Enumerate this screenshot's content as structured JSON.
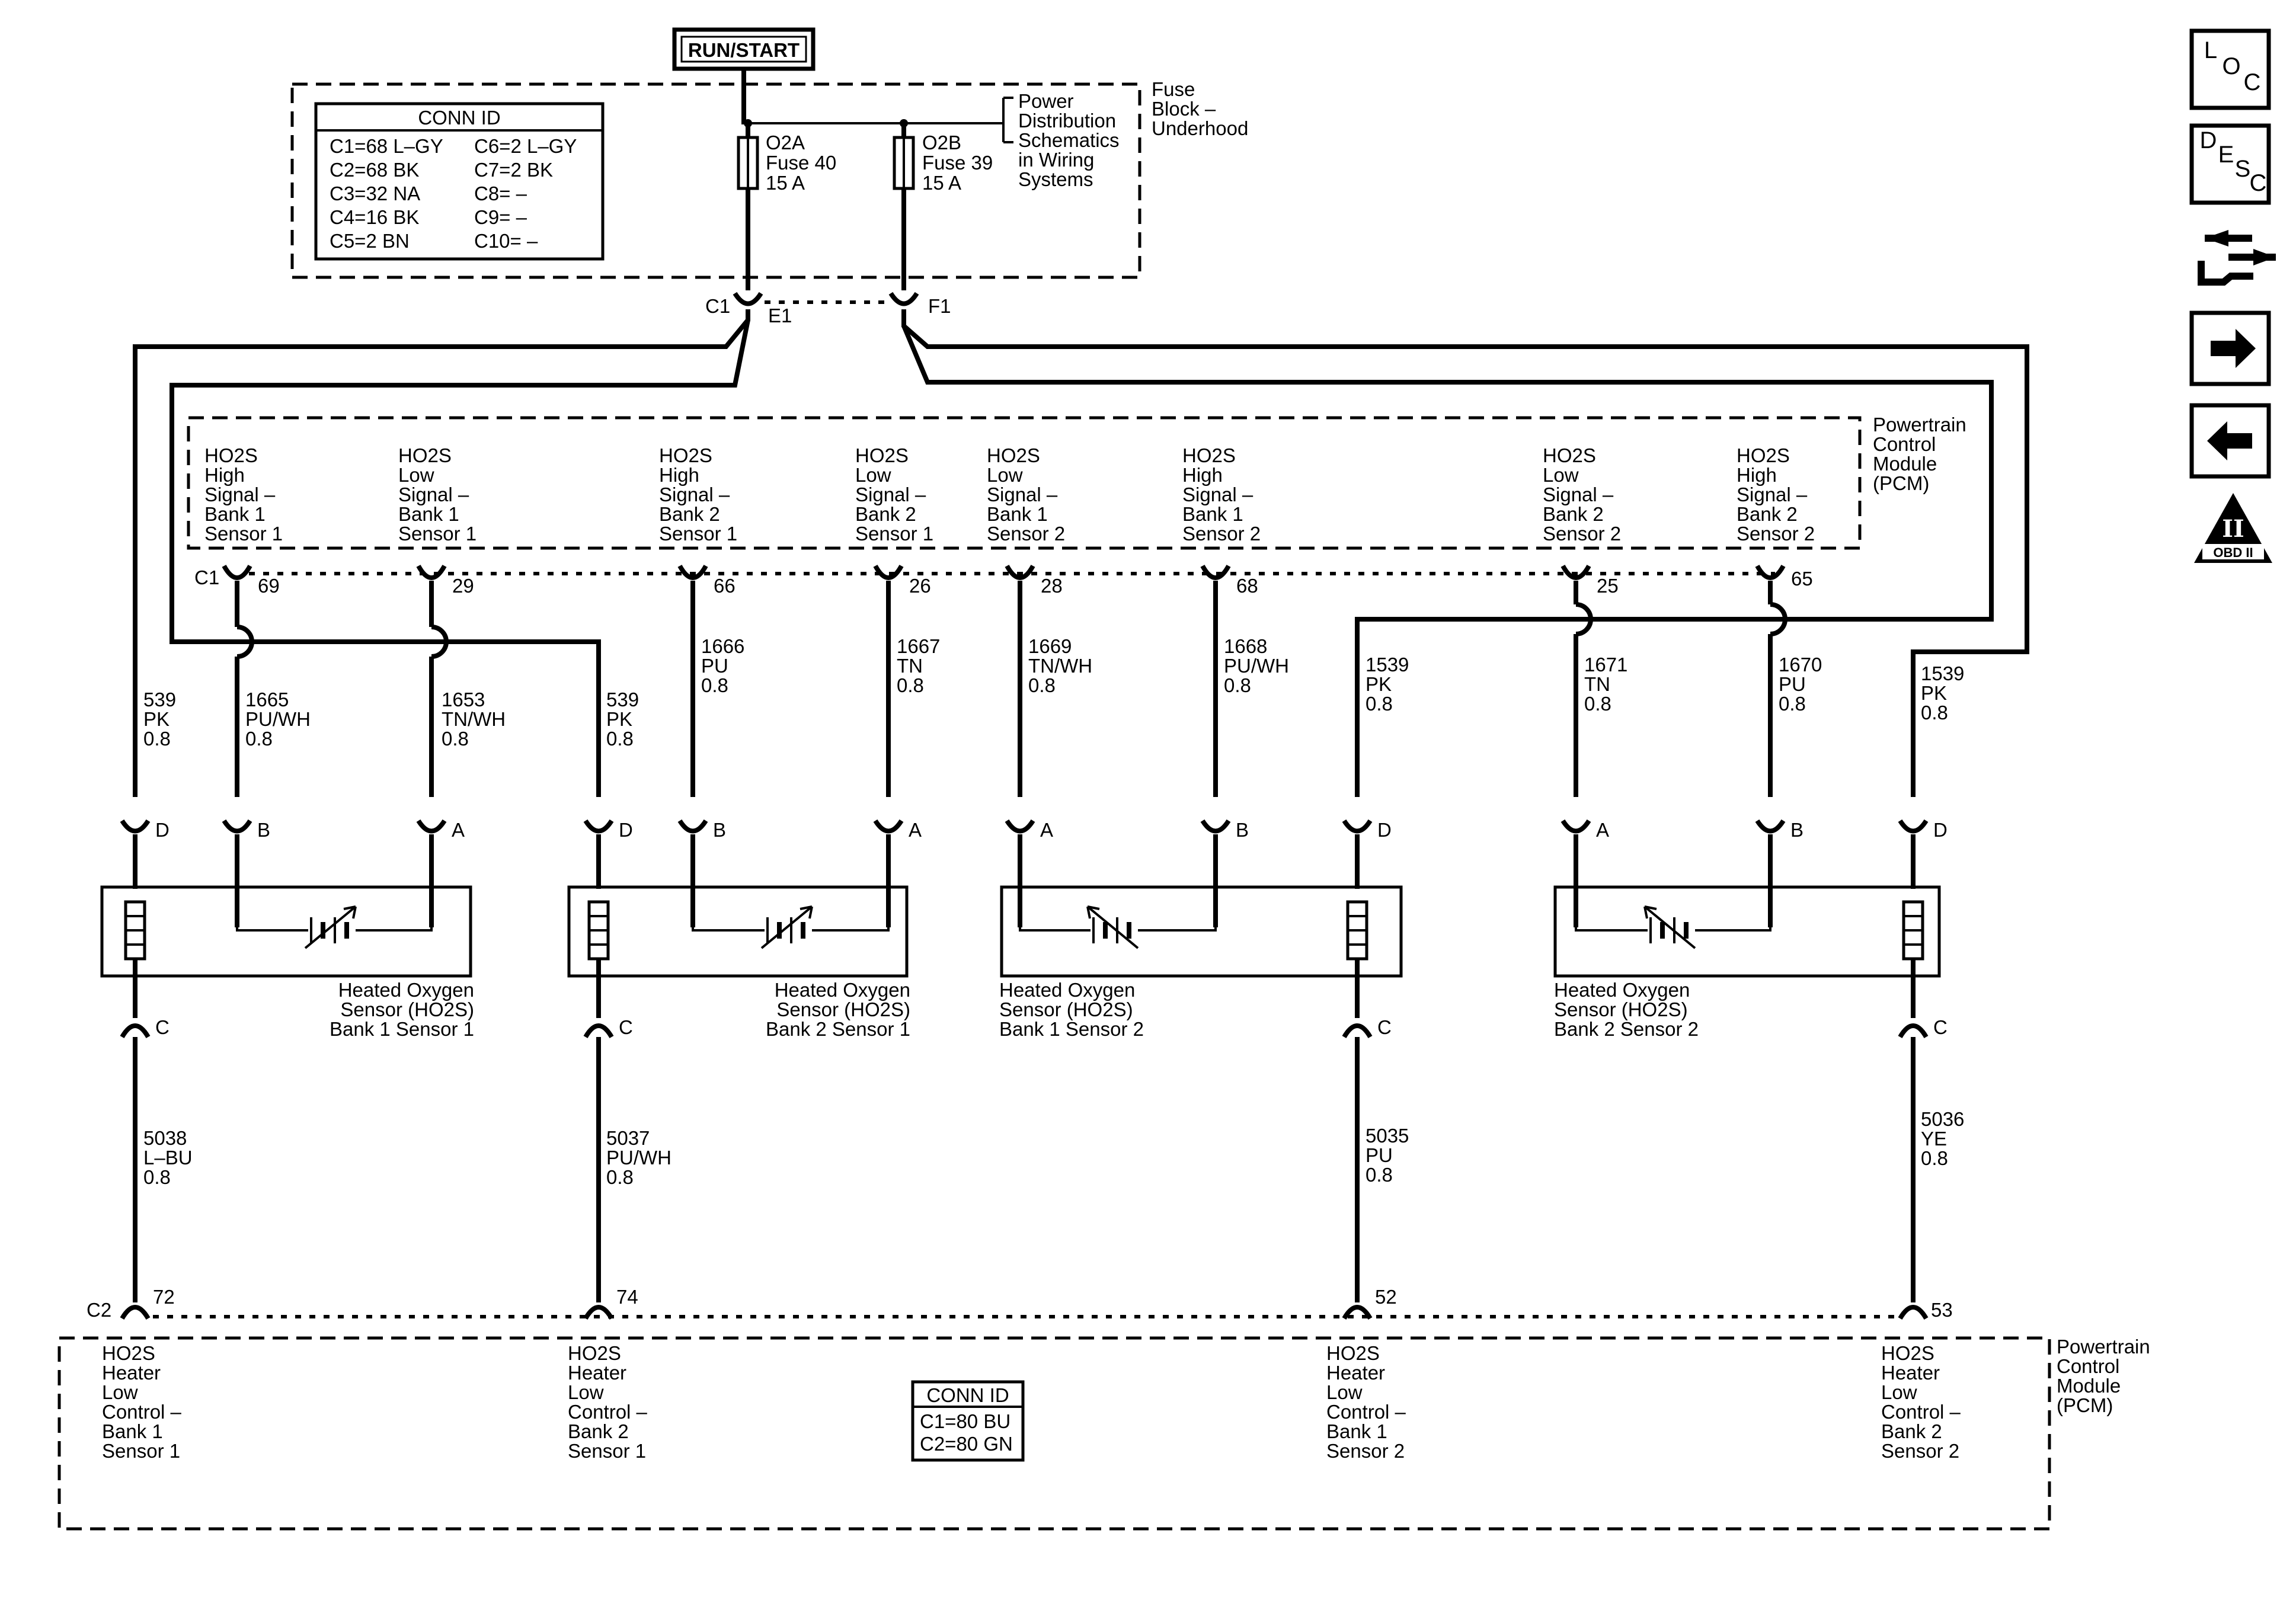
{
  "top": {
    "run_start": "RUN/START",
    "conn_id_title": "CONN ID",
    "conn_id_rows": [
      [
        "C1=68 L–GY",
        "C6=2 L–GY"
      ],
      [
        "C2=68 BK",
        "C7=2 BK"
      ],
      [
        "C3=32 NA",
        "C8= –"
      ],
      [
        "C4=16 BK",
        "C9= –"
      ],
      [
        "C5=2 BN",
        "C10= –"
      ]
    ],
    "fuse_a": [
      "O2A",
      "Fuse 40",
      "15 A"
    ],
    "fuse_b": [
      "O2B",
      "Fuse 39",
      "15 A"
    ],
    "power_dist": [
      "Power",
      "Distribution",
      "Schematics",
      "in Wiring",
      "Systems"
    ],
    "fuse_block": [
      "Fuse",
      "Block –",
      "Underhood"
    ],
    "conn_c1": "C1",
    "conn_e1": "E1",
    "conn_f1": "F1"
  },
  "pcm_upper": {
    "title": [
      "Powertrain",
      "Control",
      "Module",
      "(PCM)"
    ],
    "conn": "C1",
    "signals": [
      {
        "label": [
          "HO2S",
          "High",
          "Signal –",
          "Bank 1",
          "Sensor 1"
        ],
        "pin": "69",
        "circuit": [
          "1665",
          "PU/WH",
          "0.8"
        ],
        "conn_pin": "B"
      },
      {
        "label": [
          "HO2S",
          "Low",
          "Signal –",
          "Bank 1",
          "Sensor 1"
        ],
        "pin": "29",
        "circuit": [
          "1653",
          "TN/WH",
          "0.8"
        ],
        "conn_pin": "A"
      },
      {
        "label": [
          "HO2S",
          "High",
          "Signal –",
          "Bank 2",
          "Sensor 1"
        ],
        "pin": "66",
        "circuit": [
          "1666",
          "PU",
          "0.8"
        ],
        "conn_pin": "B"
      },
      {
        "label": [
          "HO2S",
          "Low",
          "Signal –",
          "Bank 2",
          "Sensor 1"
        ],
        "pin": "26",
        "circuit": [
          "1667",
          "TN",
          "0.8"
        ],
        "conn_pin": "A"
      },
      {
        "label": [
          "HO2S",
          "Low",
          "Signal –",
          "Bank 1",
          "Sensor 2"
        ],
        "pin": "28",
        "circuit": [
          "1669",
          "TN/WH",
          "0.8"
        ],
        "conn_pin": "A"
      },
      {
        "label": [
          "HO2S",
          "High",
          "Signal –",
          "Bank 1",
          "Sensor 2"
        ],
        "pin": "68",
        "circuit": [
          "1668",
          "PU/WH",
          "0.8"
        ],
        "conn_pin": "B"
      },
      {
        "label": [
          "HO2S",
          "Low",
          "Signal –",
          "Bank 2",
          "Sensor 2"
        ],
        "pin": "25",
        "circuit": [
          "1671",
          "TN",
          "0.8"
        ],
        "conn_pin": "A"
      },
      {
        "label": [
          "HO2S",
          "High",
          "Signal –",
          "Bank 2",
          "Sensor 2"
        ],
        "pin": "65",
        "circuit": [
          "1670",
          "PU",
          "0.8"
        ],
        "conn_pin": "B"
      }
    ]
  },
  "power_wires": [
    {
      "circuit": [
        "539",
        "PK",
        "0.8"
      ],
      "conn_pin": "D"
    },
    {
      "circuit": [
        "539",
        "PK",
        "0.8"
      ],
      "conn_pin": "D"
    },
    {
      "circuit": [
        "1539",
        "PK",
        "0.8"
      ],
      "conn_pin": "D"
    },
    {
      "circuit": [
        "1539",
        "PK",
        "0.8"
      ],
      "conn_pin": "D"
    }
  ],
  "sensors": [
    {
      "name": [
        "Heated Oxygen",
        "Sensor (HO2S)",
        "Bank 1 Sensor 1"
      ]
    },
    {
      "name": [
        "Heated Oxygen",
        "Sensor (HO2S)",
        "Bank 2 Sensor 1"
      ]
    },
    {
      "name": [
        "Heated Oxygen",
        "Sensor (HO2S)",
        "Bank 1 Sensor 2"
      ]
    },
    {
      "name": [
        "Heated Oxygen",
        "Sensor (HO2S)",
        "Bank 2 Sensor 2"
      ]
    }
  ],
  "heater_wires": [
    {
      "conn_pin": "C",
      "circuit": [
        "5038",
        "L–BU",
        "0.8"
      ],
      "pin": "72"
    },
    {
      "conn_pin": "C",
      "circuit": [
        "5037",
        "PU/WH",
        "0.8"
      ],
      "pin": "74"
    },
    {
      "conn_pin": "C",
      "circuit": [
        "5035",
        "PU",
        "0.8"
      ],
      "pin": "52"
    },
    {
      "conn_pin": "C",
      "circuit": [
        "5036",
        "YE",
        "0.8"
      ],
      "pin": "53"
    }
  ],
  "pcm_lower": {
    "conn": "C2",
    "title": [
      "Powertrain",
      "Control",
      "Module",
      "(PCM)"
    ],
    "labels": [
      [
        "HO2S",
        "Heater",
        "Low",
        "Control –",
        "Bank 1",
        "Sensor 1"
      ],
      [
        "HO2S",
        "Heater",
        "Low",
        "Control –",
        "Bank 2",
        "Sensor 1"
      ],
      [
        "HO2S",
        "Heater",
        "Low",
        "Control –",
        "Bank 1",
        "Sensor 2"
      ],
      [
        "HO2S",
        "Heater",
        "Low",
        "Control –",
        "Bank 2",
        "Sensor 2"
      ]
    ],
    "conn_id_title": "CONN ID",
    "conn_id_rows": [
      "C1=80 BU",
      "C2=80 GN"
    ]
  },
  "nav": {
    "loc": [
      "L",
      "O",
      "C"
    ],
    "desc": [
      "D",
      "E",
      "S",
      "C"
    ],
    "obd": [
      "II",
      "OBD II"
    ]
  }
}
